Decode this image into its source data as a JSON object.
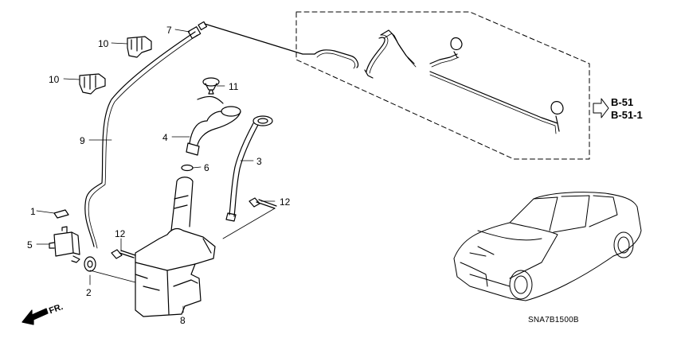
{
  "callouts": {
    "c1": "1",
    "c2": "2",
    "c3": "3",
    "c4": "4",
    "c5": "5",
    "c6": "6",
    "c7": "7",
    "c8": "8",
    "c9": "9",
    "c10a": "10",
    "c10b": "10",
    "c11": "11",
    "c12a": "12",
    "c12b": "12"
  },
  "references": {
    "ref1": "B-51",
    "ref2": "B-51-1"
  },
  "front_label": "FR.",
  "diagram_code": "SNA7B1500B",
  "colors": {
    "line": "#000000",
    "background": "#ffffff"
  }
}
